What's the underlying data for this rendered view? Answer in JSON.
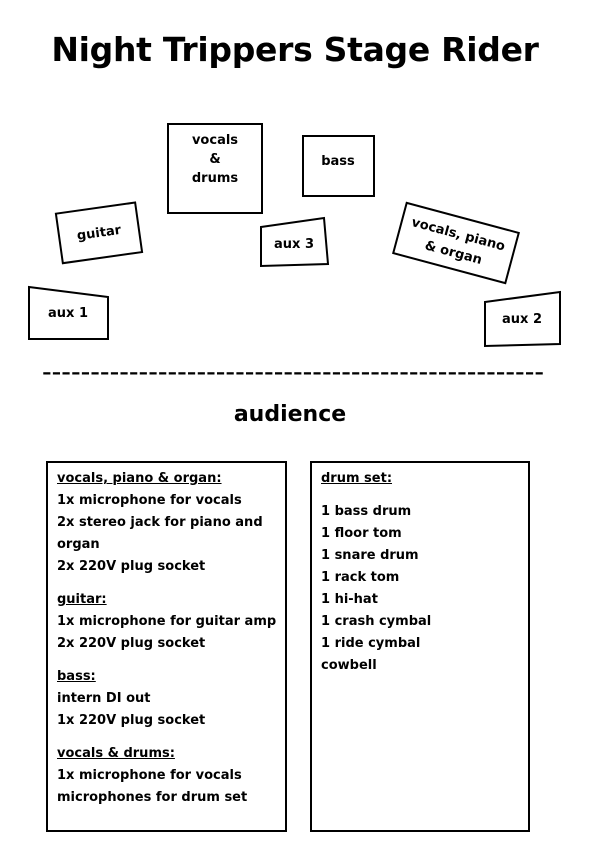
{
  "title": "Night Trippers Stage Rider",
  "stage": {
    "vocals_drums": [
      "vocals",
      "&",
      "drums"
    ],
    "bass": "bass",
    "guitar": "guitar",
    "aux3": "aux 3",
    "vocals_piano_organ": [
      "vocals, piano",
      "& organ"
    ],
    "aux1": "aux 1",
    "aux2": "aux 2"
  },
  "divider": "----------------------------------------------------",
  "audience": "audience",
  "requirements": {
    "vocals_piano_organ": {
      "heading": "vocals, piano & organ:",
      "items": [
        "1x microphone for vocals",
        "2x stereo jack for piano and",
        "organ",
        "2x 220V plug socket"
      ]
    },
    "guitar": {
      "heading": "guitar:",
      "items": [
        "1x microphone for guitar amp",
        "2x 220V plug socket"
      ]
    },
    "bass": {
      "heading": "bass:",
      "items": [
        "intern DI out",
        "1x 220V plug socket"
      ]
    },
    "vocals_drums": {
      "heading": "vocals & drums:",
      "items": [
        "1x microphone for vocals",
        "microphones for drum set"
      ]
    }
  },
  "drum_set": {
    "heading": "drum set:",
    "items": [
      "1 bass drum",
      "1 floor tom",
      "1 snare drum",
      "1 rack tom",
      "1 hi-hat",
      "1 crash cymbal",
      "1 ride cymbal",
      "cowbell"
    ]
  }
}
